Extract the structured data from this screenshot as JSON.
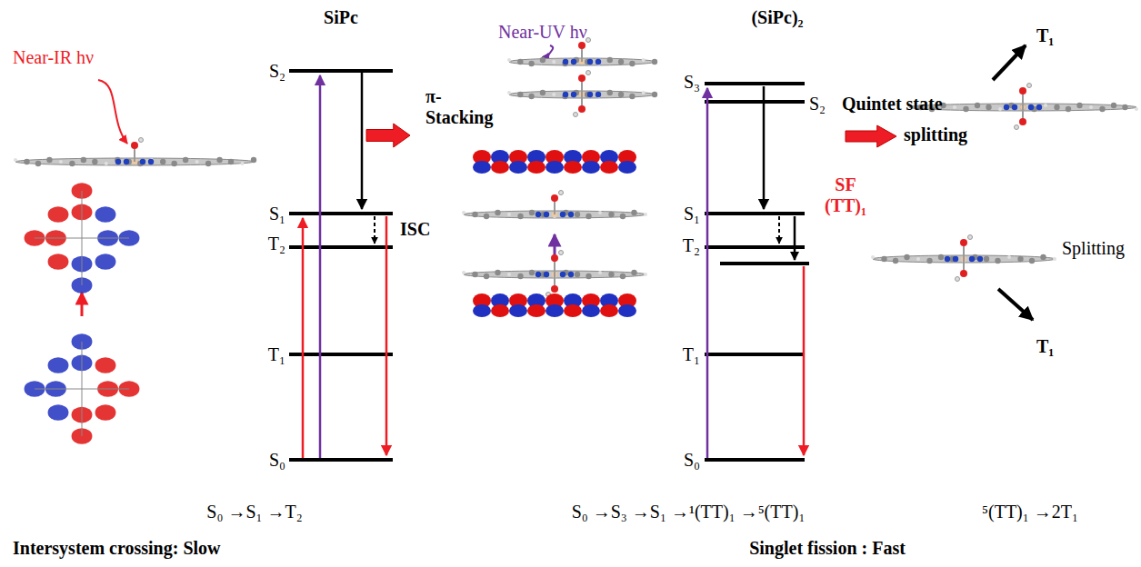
{
  "diagram": {
    "labels": [
      "Near-IR hν",
      "SiPc",
      "S₂",
      "S₁",
      "T₂",
      "T₁",
      "S₀",
      "ISC",
      "π- Stacking",
      "Near-UV hν",
      "(SiPc)₂",
      "S₃",
      "S₂",
      "Quintet state",
      "splitting",
      "S₁",
      "T₂",
      "SF (TT)₁",
      "T₁",
      "S₀",
      "T₁",
      "Splitting",
      "T₁",
      "S₀ →S₁ →T₂",
      "Intersystem crossing: Slow",
      "S₀ →S₃ →S₁ →¹(TT)₁ →⁵(TT)₁",
      "Singlet fission : Fast",
      "⁵(TT)₁ →2T₁"
    ]
  }
}
